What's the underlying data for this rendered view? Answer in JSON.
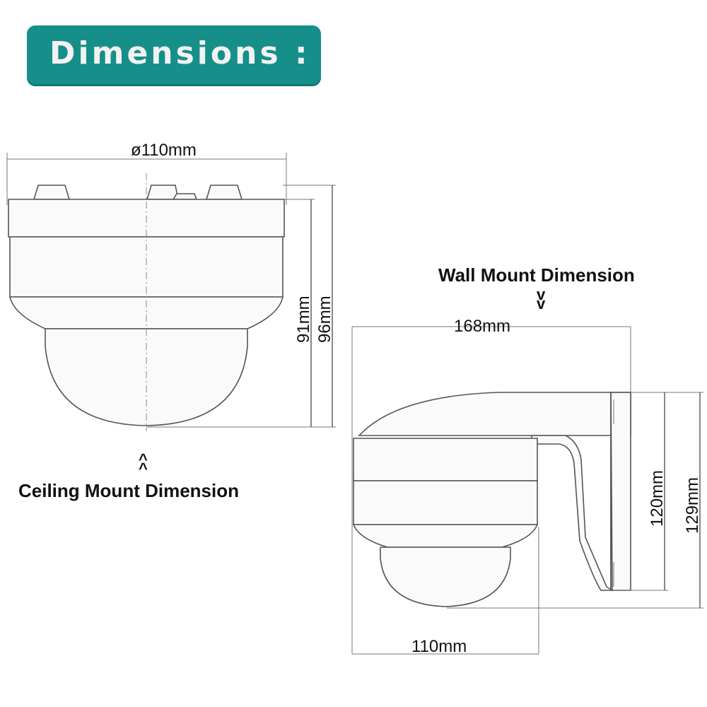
{
  "header": {
    "title": "Dimensions :"
  },
  "ceiling": {
    "caption": "Ceiling Mount Dimension",
    "arrow": "^",
    "diameter": "ø110mm",
    "height_inner": "91mm",
    "height_outer": "96mm"
  },
  "wall": {
    "caption": "Wall Mount Dimension",
    "arrow": "v",
    "length": "168mm",
    "width": "110mm",
    "height_inner": "120mm",
    "height_outer": "129mm"
  },
  "colors": {
    "badge": "#168f8a",
    "badge_text": "#f2f2f2",
    "line": "#555555"
  }
}
